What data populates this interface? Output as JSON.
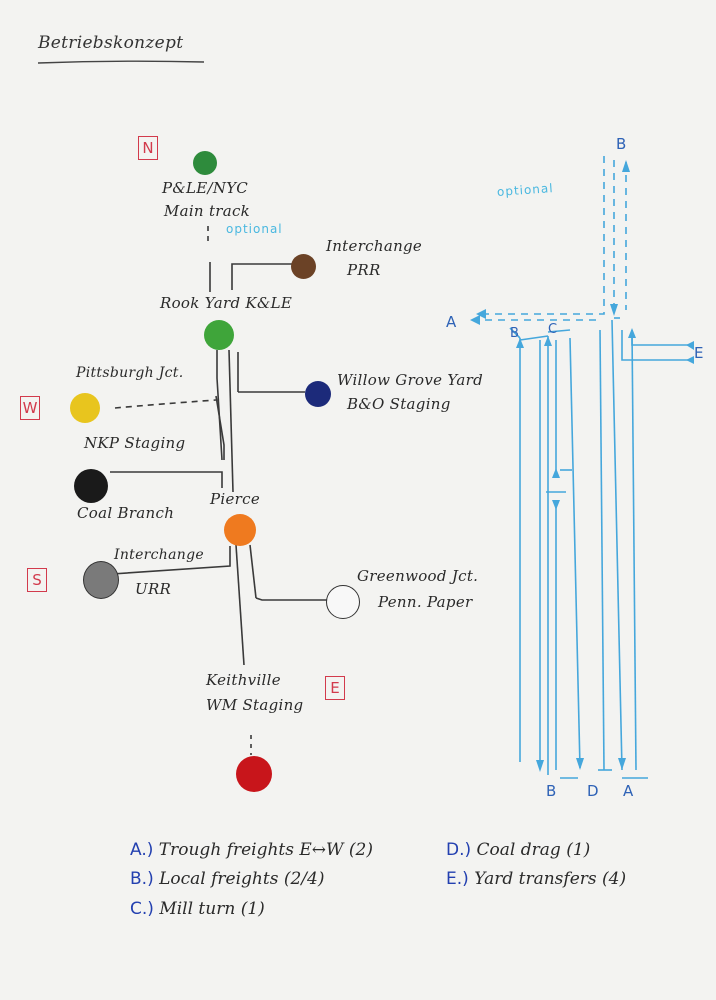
{
  "title": "Betriebskonzept",
  "optional_label": "optional",
  "directions": {
    "north": "N",
    "west": "W",
    "south": "S",
    "east": "E"
  },
  "stations": {
    "main_track": {
      "line1": "P&LE/NYC",
      "line2": "Main track",
      "color": "#2e8b3c"
    },
    "interchange_prr": {
      "line1": "Interchange",
      "line2": "PRR",
      "color": "#6b4226"
    },
    "rook_yard": {
      "label": "Rook Yard K&LE",
      "color": "#3fa53a"
    },
    "pittsburgh_jct": {
      "line1": "Pittsburgh Jct.",
      "line2": "NKP Staging",
      "color": "#e8c51e"
    },
    "willow_grove": {
      "line1": "Willow Grove Yard",
      "line2": "B&O Staging",
      "color": "#1c2a7a"
    },
    "coal_branch": {
      "label": "Coal Branch",
      "color": "#1a1a1a"
    },
    "pierce": {
      "label": "Pierce",
      "color": "#ef7a1f"
    },
    "interchange_urr": {
      "line1": "Interchange",
      "line2": "URR",
      "color": "#7a7a7a"
    },
    "greenwood_jct": {
      "line1": "Greenwood Jct.",
      "line2": "Penn. Paper",
      "color": "#f8f8f8"
    },
    "keithville": {
      "line1": "Keithville",
      "line2": "WM Staging",
      "color": "#c8151b"
    }
  },
  "route_labels": {
    "top_b": "B",
    "left_a": "A",
    "track_b": "B",
    "track_c": "C",
    "right_e": "E",
    "bottom_b": "B",
    "bottom_d": "D",
    "bottom_a": "A"
  },
  "legend": [
    {
      "key": "A.)",
      "text": "Trough freights E↔W (2)"
    },
    {
      "key": "B.)",
      "text": "Local freights (2/4)"
    },
    {
      "key": "C.)",
      "text": "Mill turn (1)"
    },
    {
      "key": "D.)",
      "text": "Coal drag (1)"
    },
    {
      "key": "E.)",
      "text": "Yard transfers (4)"
    }
  ]
}
